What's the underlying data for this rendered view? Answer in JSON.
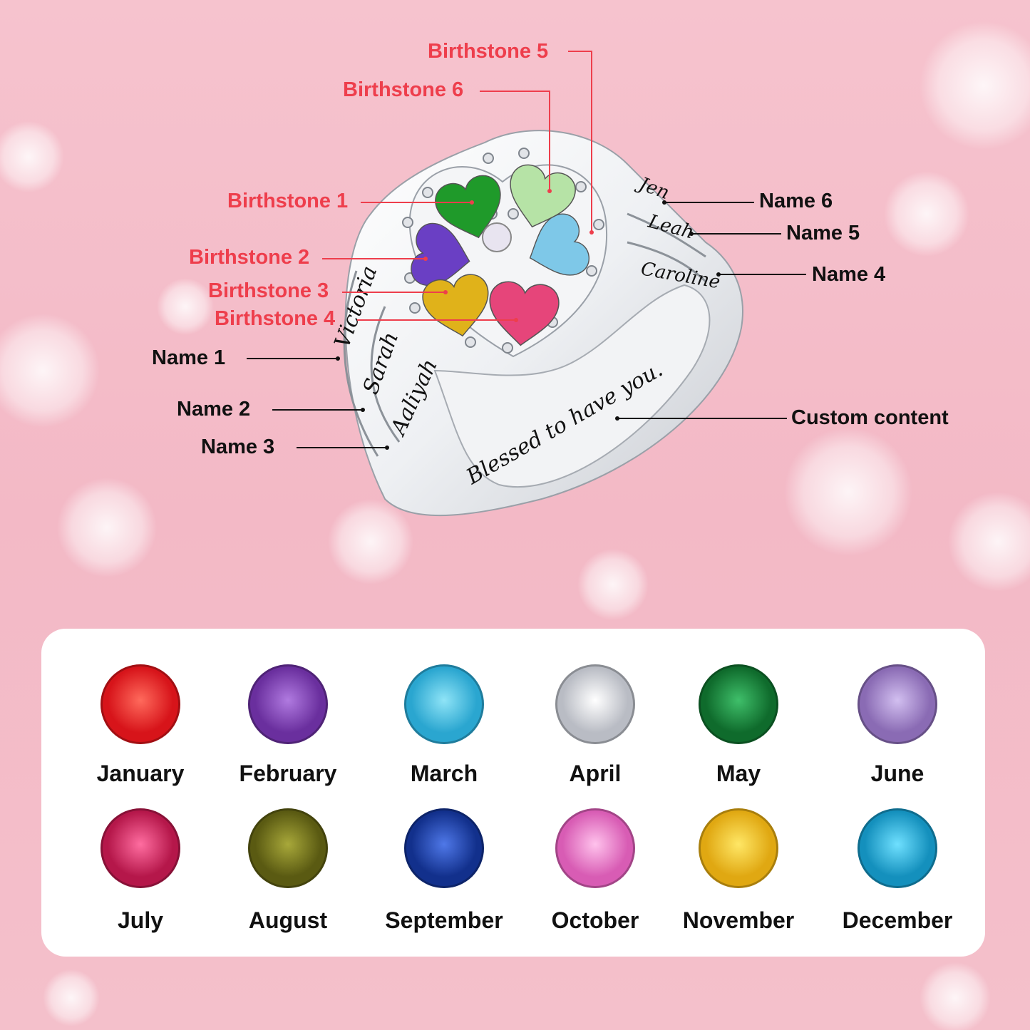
{
  "callouts": {
    "birthstones": [
      "Birthstone 1",
      "Birthstone 2",
      "Birthstone 3",
      "Birthstone 4",
      "Birthstone 5",
      "Birthstone 6"
    ],
    "names": [
      "Name 1",
      "Name 2",
      "Name 3",
      "Name 4",
      "Name 5",
      "Name 6"
    ],
    "custom": "Custom content"
  },
  "engraving": {
    "names": [
      "Victoria",
      "Sarah",
      "Aaliyah",
      "Caroline",
      "Leah",
      "Jen"
    ],
    "message": "Blessed to have you."
  },
  "ring_stones": [
    {
      "name": "stone-1",
      "color": "#1f9a2a"
    },
    {
      "name": "stone-2",
      "color": "#6a3fc4"
    },
    {
      "name": "stone-3",
      "color": "#e0b21a"
    },
    {
      "name": "stone-4",
      "color": "#e6457a"
    },
    {
      "name": "stone-5",
      "color": "#7ec8e8"
    },
    {
      "name": "stone-6",
      "color": "#b6e3a6"
    },
    {
      "name": "center",
      "color": "#e8e4f0"
    }
  ],
  "months": [
    {
      "label": "January",
      "color": "#d7141a",
      "light": "#ff6a5c"
    },
    {
      "label": "February",
      "color": "#6a2f9e",
      "light": "#b07ae0"
    },
    {
      "label": "March",
      "color": "#2aa6d0",
      "light": "#8fe4f7"
    },
    {
      "label": "April",
      "color": "#b9bcc4",
      "light": "#ffffff"
    },
    {
      "label": "May",
      "color": "#0f6b2c",
      "light": "#3fbf6a"
    },
    {
      "label": "June",
      "color": "#8a6bb4",
      "light": "#d2bff0"
    },
    {
      "label": "July",
      "color": "#b5174a",
      "light": "#ff6da0"
    },
    {
      "label": "August",
      "color": "#5a5a12",
      "light": "#a8a83a"
    },
    {
      "label": "September",
      "color": "#12308c",
      "light": "#4f78e8"
    },
    {
      "label": "October",
      "color": "#d85cb4",
      "light": "#ffc2ec"
    },
    {
      "label": "November",
      "color": "#e0a812",
      "light": "#ffe766"
    },
    {
      "label": "December",
      "color": "#1490bd",
      "light": "#6fe0ff"
    }
  ]
}
